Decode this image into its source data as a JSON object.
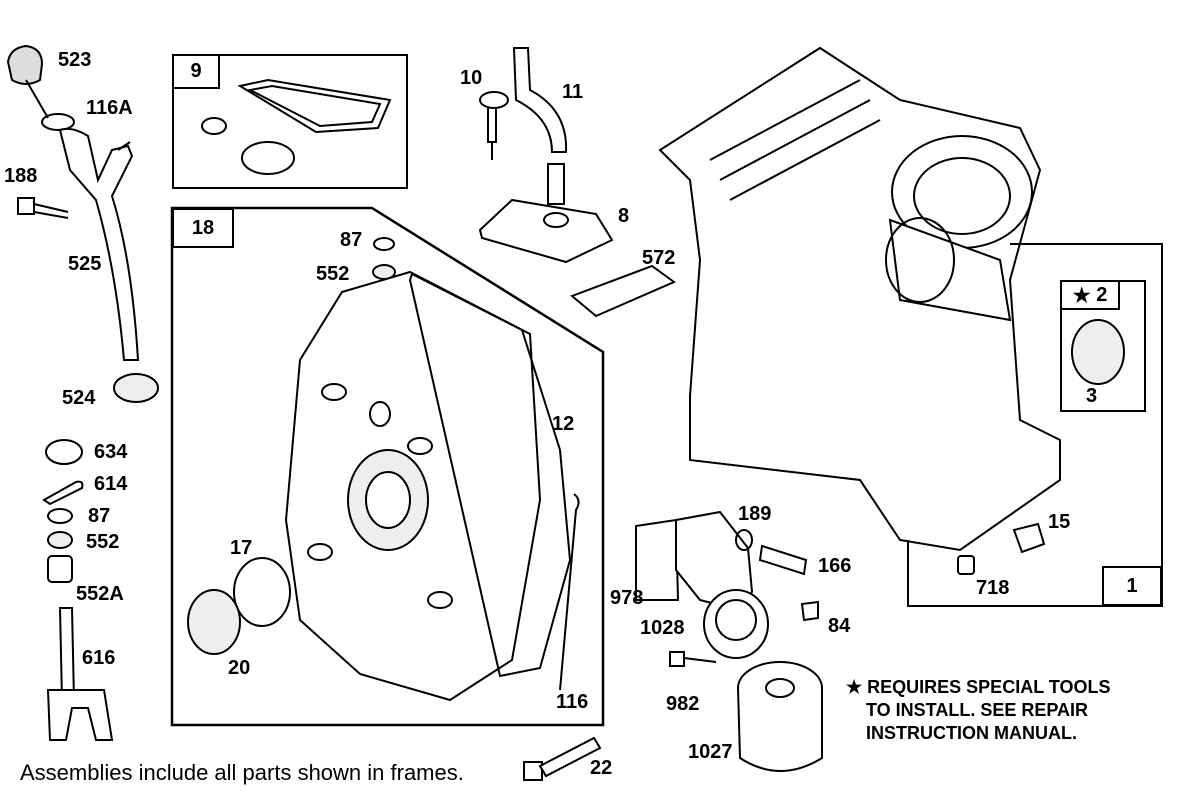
{
  "parts": {
    "p523": "523",
    "p116A": "116A",
    "p188": "188",
    "p525": "525",
    "p524": "524",
    "p634": "634",
    "p614": "614",
    "p87a": "87",
    "p552a": "552",
    "p552A": "552A",
    "p616": "616",
    "p9": "9",
    "p10": "10",
    "p11": "11",
    "p8": "8",
    "p572": "572",
    "p18": "18",
    "p87b": "87",
    "p552b": "552",
    "p12": "12",
    "p17": "17",
    "p20": "20",
    "p116": "116",
    "p22": "22",
    "p2": "2",
    "p3": "3",
    "p1": "1",
    "p15": "15",
    "p718": "718",
    "p189": "189",
    "p166": "166",
    "p978": "978",
    "p1028": "1028",
    "p84": "84",
    "p982": "982",
    "p1027": "1027"
  },
  "note": {
    "star": "★",
    "line1": "REQUIRES SPECIAL TOOLS",
    "line2": "TO INSTALL.  SEE REPAIR",
    "line3": "INSTRUCTION MANUAL."
  },
  "footer": "Assemblies include all parts shown in frames."
}
